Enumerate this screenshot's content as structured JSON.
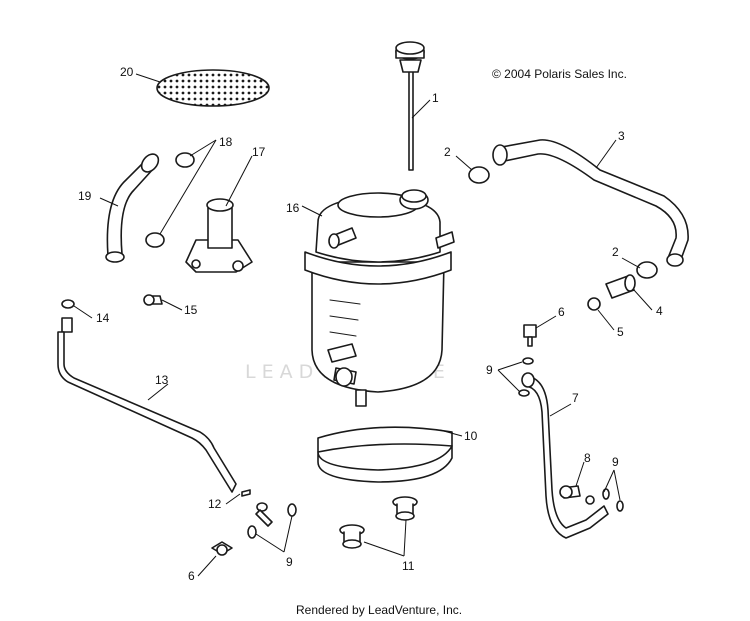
{
  "copyright": "© 2004 Polaris Sales Inc.",
  "footer": "Rendered by LeadVenture, Inc.",
  "watermark": "LEADVENTURE",
  "callouts": {
    "c1": "1",
    "c2a": "2",
    "c2b": "2",
    "c3": "3",
    "c4": "4",
    "c5": "5",
    "c6a": "6",
    "c6b": "6",
    "c7": "7",
    "c8": "8",
    "c9a": "9",
    "c9b": "9",
    "c9c": "9",
    "c10": "10",
    "c11": "11",
    "c12": "12",
    "c13": "13",
    "c14": "14",
    "c15": "15",
    "c16": "16",
    "c17": "17",
    "c18": "18",
    "c19": "19",
    "c20": "20"
  }
}
